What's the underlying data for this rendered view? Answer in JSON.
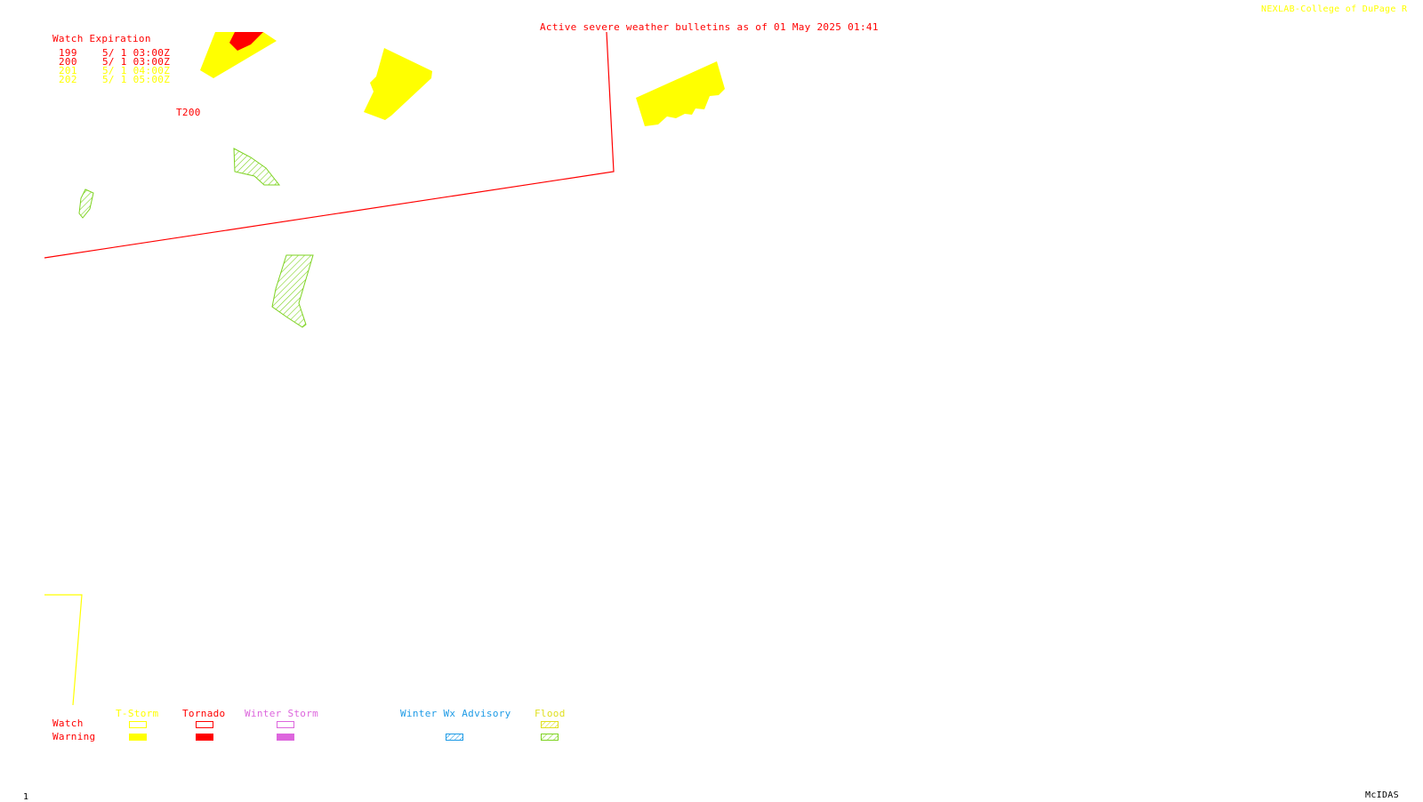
{
  "header": {
    "title": "Active severe weather bulletins as of 01 May 2025 01:41",
    "credit": "NEXLAB-College of DuPage R"
  },
  "watch_expiration": {
    "heading": "Watch Expiration",
    "rows": [
      {
        "number": "199",
        "expires": "5/ 1 03:00Z",
        "color": "#ff0000"
      },
      {
        "number": "200",
        "expires": "5/ 1 03:00Z",
        "color": "#ff0000"
      },
      {
        "number": "201",
        "expires": "5/ 1 04:00Z",
        "color": "#ffff00"
      },
      {
        "number": "202",
        "expires": "5/ 1 05:00Z",
        "color": "#ffff00"
      }
    ]
  },
  "map": {
    "watch_label": "T200",
    "colors": {
      "tstorm": "#ffff00",
      "tornado": "#ff0000",
      "winter_storm": "#dd66dd",
      "winter_wx_advisory": "#1e9be6",
      "flood": "#7ed321",
      "flood_watch": "#e8e840"
    }
  },
  "legend": {
    "row_watch": "Watch",
    "row_warning": "Warning",
    "categories": [
      {
        "label": "T-Storm",
        "color": "#ffff00"
      },
      {
        "label": "Tornado",
        "color": "#ff0000"
      },
      {
        "label": "Winter Storm",
        "color": "#dd66dd"
      },
      {
        "label": "Winter Wx Advisory",
        "color": "#1e9be6"
      },
      {
        "label": "Flood",
        "color": "#e0e020"
      }
    ]
  },
  "footer": {
    "frame_number": "1",
    "software": "McIDAS"
  }
}
